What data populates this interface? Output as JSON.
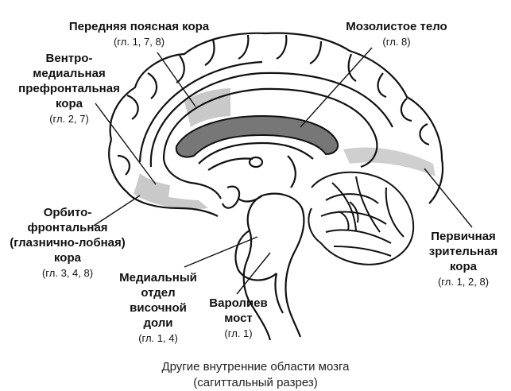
{
  "title": "",
  "labels": [
    {
      "id": "anterior-cingulate",
      "title": "Передняя поясная кора",
      "ref": "(гл. 1, 7, 8)"
    },
    {
      "id": "corpus-callosum",
      "title": "Мозолистое тело",
      "ref": "(гл. 8)"
    },
    {
      "id": "ventromedial-pfc",
      "title": "Вентро-\nмедиальная\nпрефронтальная\nкора",
      "ref": "(гл. 2, 7)"
    },
    {
      "id": "orbitofrontal",
      "title": "Орбито-\nфронтальная\n(глазнично-лобная)\nкора",
      "ref": "(гл. 3, 4, 8)"
    },
    {
      "id": "medial-temporal",
      "title": "Медиальный\nотдел\nвисочной\nдоли",
      "ref": "(гл. 1, 4)"
    },
    {
      "id": "pons",
      "title": "Варолиев\nмост",
      "ref": "(гл. 1)"
    },
    {
      "id": "primary-visual",
      "title": "Первичная\nзрительная\nкора",
      "ref": "(гл. 1, 2, 8)"
    }
  ],
  "caption": {
    "line1": "Другие внутренние области мозга",
    "line2": "(сагиттальный разрез)"
  }
}
